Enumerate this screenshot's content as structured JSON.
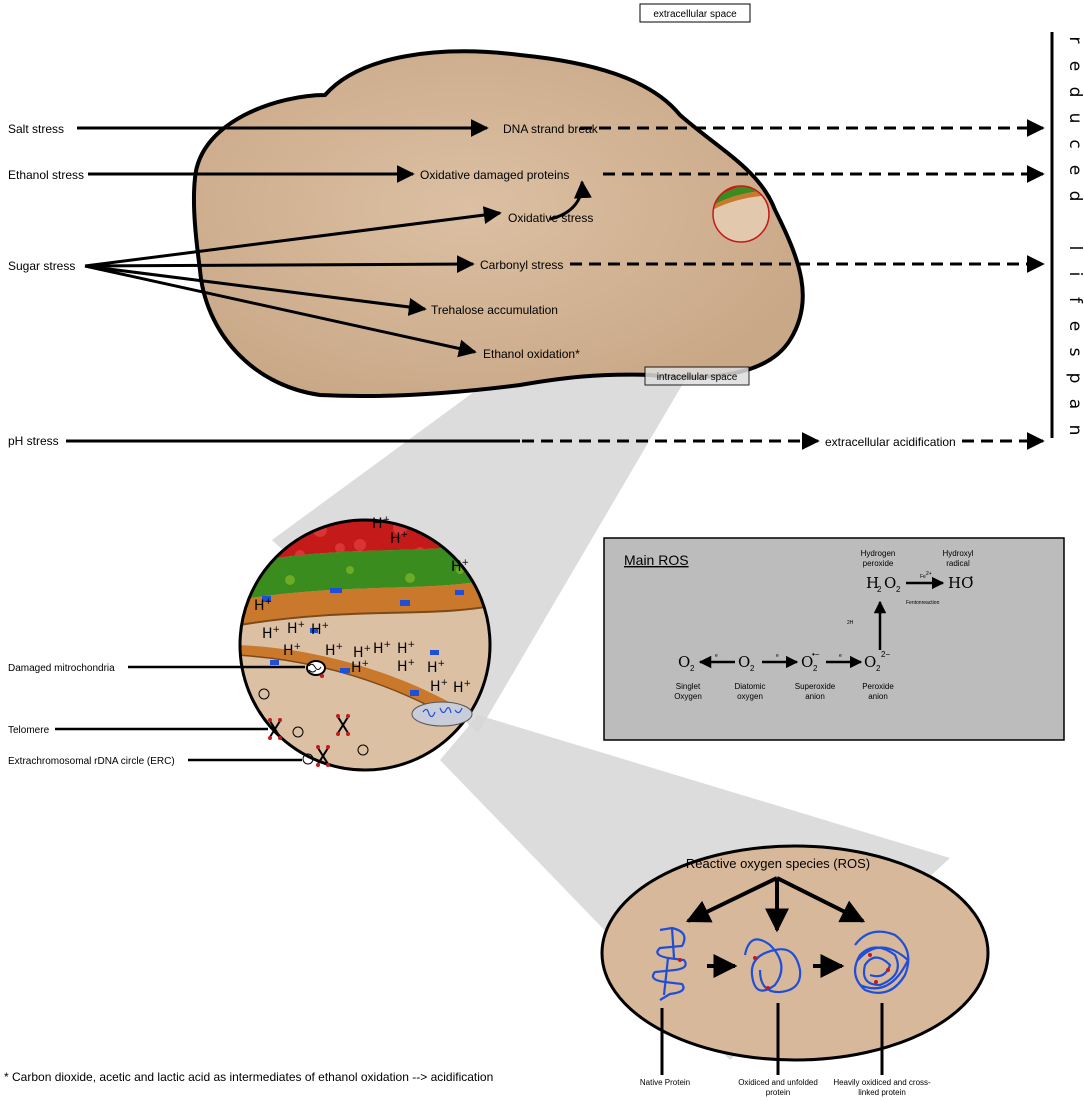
{
  "extracellular_label": "extracellular space",
  "intracellular_label": "intracellular space",
  "stresses": {
    "salt": "Salt stress",
    "ethanol": "Ethanol stress",
    "sugar": "Sugar stress",
    "ph": "pH stress"
  },
  "effects": {
    "dna": "DNA strand break",
    "oxprot": "Oxidative damaged proteins",
    "oxstress": "Oxidative stress",
    "carbonyl": "Carbonyl stress",
    "trehalose": "Trehalose accumulation",
    "ethox": "Ethanol oxidation*",
    "acid": "extracellular acidification"
  },
  "outcome_letters": [
    "r",
    "e",
    "d",
    "u",
    "c",
    "e",
    "d",
    "",
    "l",
    "i",
    "f",
    "e",
    "s",
    "p",
    "a",
    "n"
  ],
  "organelles": {
    "mito": "Damaged mitrochondria",
    "telomere": "Telomere",
    "erc": "Extrachromosomal rDNA circle (ERC)"
  },
  "hplus": "H",
  "ros_box": {
    "title": "Main ROS",
    "h2o2_top": "Hydrogen",
    "h2o2_bot": "peroxide",
    "ho_top": "Hydroxyl",
    "ho_bot": "radical",
    "fe": "Fe",
    "fe_sup": "2+",
    "fenton": "Fentonreaction",
    "twoh": "2H",
    "e": "e",
    "singlet_1": "Singlet",
    "singlet_2": "Oxygen",
    "diatomic_1": "Diatomic",
    "diatomic_2": "oxygen",
    "superoxide_1": "Superoxide",
    "superoxide_2": "anion",
    "peroxide_1": "Peroxide",
    "peroxide_2": "anion"
  },
  "protein": {
    "ros_title": "Reactive oxygen species (ROS)",
    "native": "Native Protein",
    "oxid_1": "Oxidiced and unfolded",
    "oxid_2": "protein",
    "heavy_1": "Heavily oxidiced and cross-",
    "heavy_2": "linked protein"
  },
  "footnote": "* Carbon dioxide, acetic and lactic acid as intermediates of ethanol oxidation --> acidification",
  "colors": {
    "cell": "#d8b89a",
    "membrane_red": "#c41a1a",
    "membrane_green": "#3a8c1e",
    "membrane_orange": "#c9782c",
    "protein_blue": "#1f4fd6",
    "ros_box": "#bcbcbc"
  }
}
